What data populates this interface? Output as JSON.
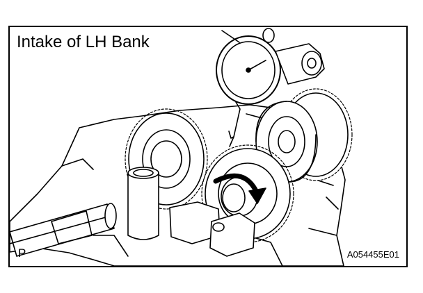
{
  "figure": {
    "title": "Intake of LH Bank",
    "corner_mark": "P",
    "figure_code": "A054455E01"
  }
}
